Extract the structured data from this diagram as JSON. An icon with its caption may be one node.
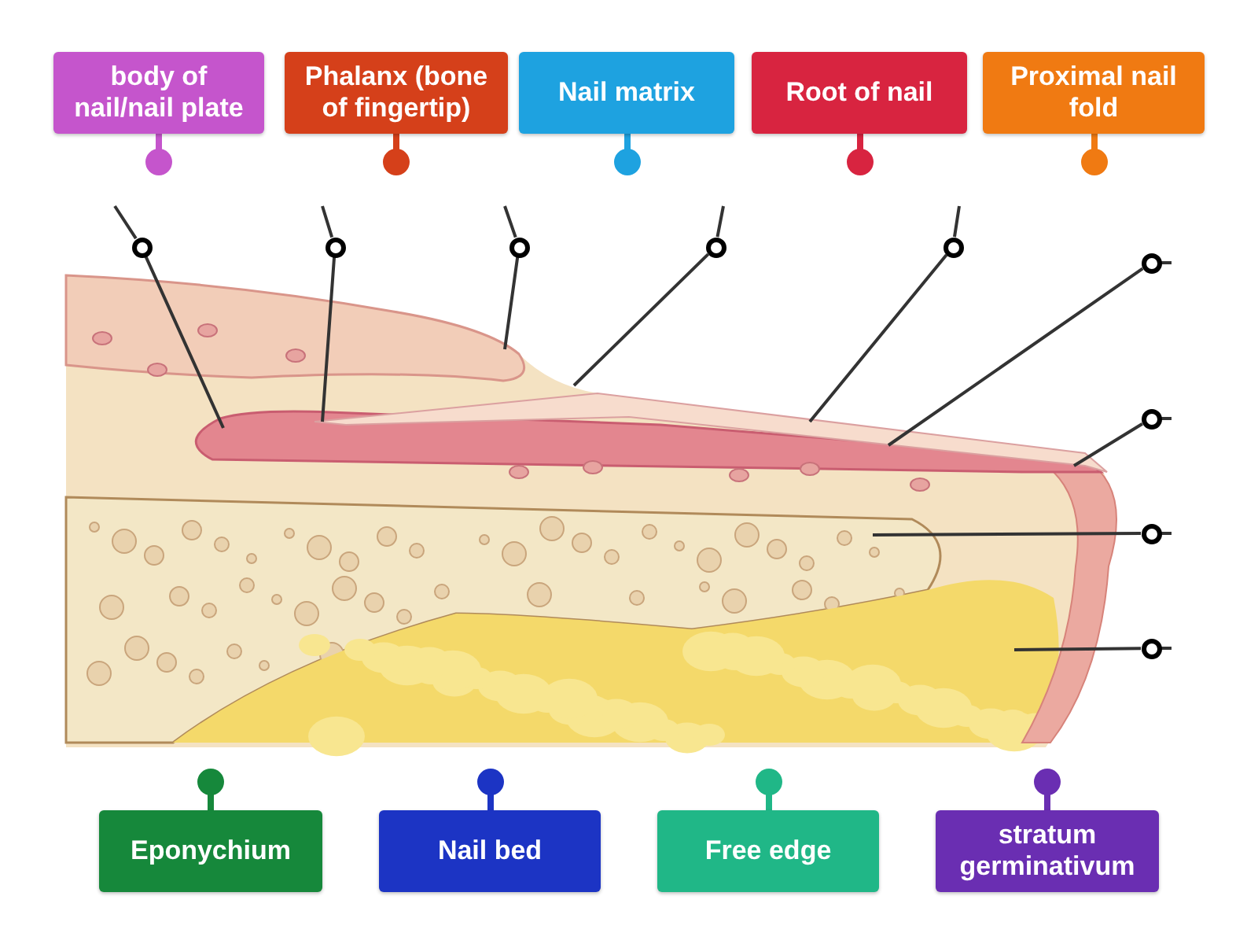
{
  "diagram": {
    "nodes": [
      {
        "text": [
          "body of nail/nail plate"
        ]
      },
      {
        "text": [
          "Phalanx (bone of fingertip)"
        ]
      },
      {
        "text": [
          "Nail matrix"
        ]
      },
      {
        "text": [
          "Root of nail"
        ]
      },
      {
        "text": [
          "Proximal nail fold"
        ]
      },
      {
        "text": [],
        "shape": "circle"
      },
      {
        "text": [],
        "shape": "circle"
      },
      {
        "text": [],
        "shape": "circle"
      },
      {
        "text": [],
        "shape": "circle"
      },
      {
        "text": [],
        "shape": "circle"
      },
      {
        "text": [],
        "shape": "circle"
      },
      {
        "text": [],
        "shape": "circle"
      },
      {
        "text": [],
        "shape": "circle"
      },
      {
        "text": [],
        "shape": "circle"
      },
      {
        "text": [
          "Eponychium"
        ]
      },
      {
        "text": [
          "Nail bed"
        ]
      },
      {
        "text": [
          "Free edge"
        ]
      },
      {
        "text": [
          "stratum germinativum"
        ]
      }
    ],
    "edges": [
      {
        "from": 5,
        "to": null,
        "arrow": "none"
      },
      {
        "from": 6,
        "to": null,
        "arrow": "none"
      },
      {
        "from": 7,
        "to": null,
        "arrow": "none"
      },
      {
        "from": 8,
        "to": null,
        "arrow": "none"
      },
      {
        "from": 9,
        "to": null,
        "arrow": "none"
      },
      {
        "from": 10,
        "to": null,
        "arrow": "none"
      },
      {
        "from": 11,
        "to": null,
        "arrow": "none"
      },
      {
        "from": 12,
        "to": null,
        "arrow": "none"
      },
      {
        "from": 13,
        "to": null,
        "arrow": "none"
      }
    ]
  }
}
